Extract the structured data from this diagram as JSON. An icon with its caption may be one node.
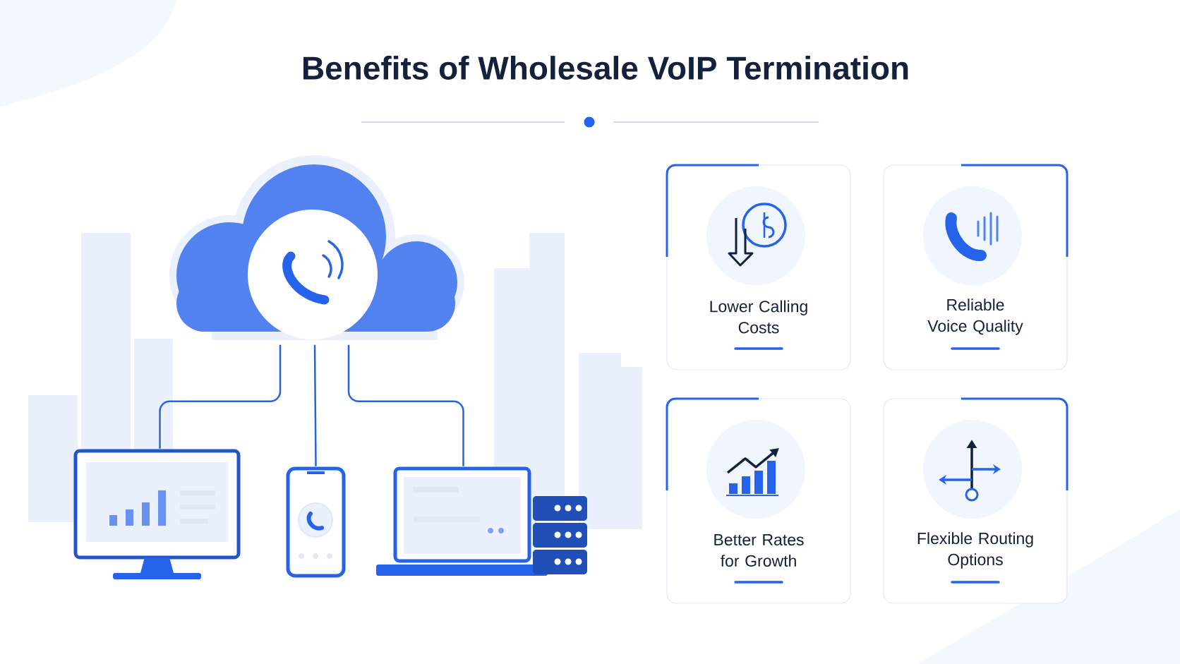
{
  "diagram": {
    "title": "Benefits of Wholesale VoIP Termination",
    "nodes": [
      {
        "text": [],
        "shape": "cloud"
      },
      {
        "text": [],
        "shape": "picture"
      },
      {
        "text": [],
        "shape": "picture"
      },
      {
        "text": [],
        "shape": "picture"
      },
      {
        "text": [
          "Lower Calling Costs"
        ]
      },
      {
        "text": [
          "Reliable Voice Quality"
        ]
      },
      {
        "text": [
          "Better Rates for Growth"
        ]
      },
      {
        "text": [
          "Flexible Routing Options"
        ]
      }
    ],
    "edges": [
      {
        "from": 0,
        "to": 1,
        "arrow": "none"
      },
      {
        "from": 0,
        "to": 2,
        "arrow": "none"
      },
      {
        "from": 0,
        "to": 3,
        "arrow": "none"
      }
    ]
  }
}
